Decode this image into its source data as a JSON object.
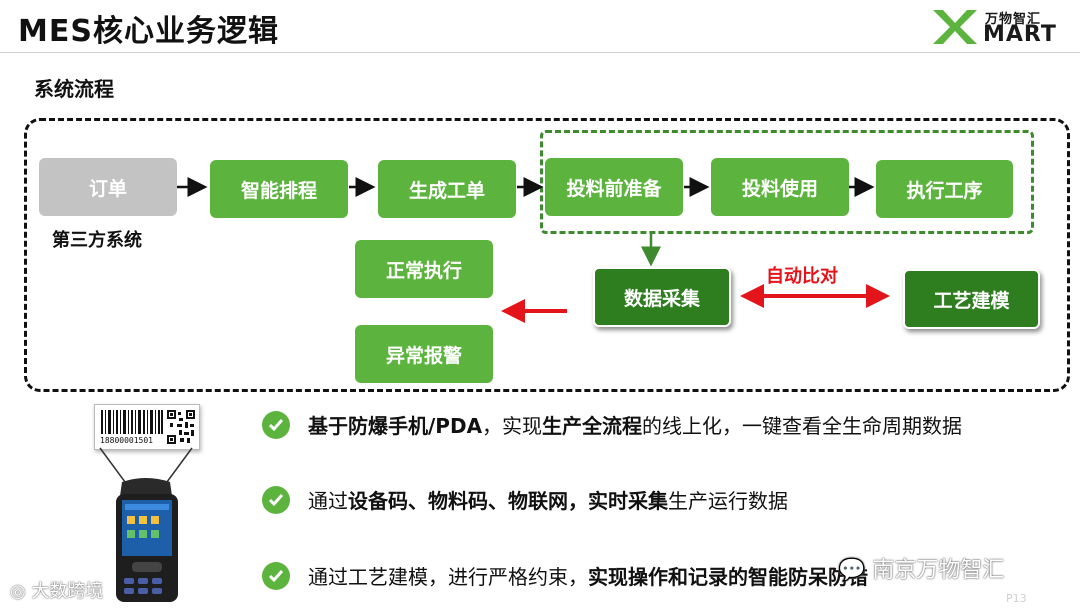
{
  "header": {
    "title": "MES核心业务逻辑"
  },
  "logo": {
    "cn": "万物智汇",
    "en": "MART"
  },
  "section_title": "系统流程",
  "flow": {
    "order": "订单",
    "order_sub": "第三方系统",
    "schedule": "智能排程",
    "work_order": "生成工单",
    "prep": "投料前准备",
    "use": "投料使用",
    "process": "执行工序",
    "normal": "正常执行",
    "alarm": "异常报警",
    "collect": "数据采集",
    "modeling": "工艺建模",
    "compare": "自动比对"
  },
  "device": {
    "barcode_number": "18800001501"
  },
  "bullets": [
    {
      "p1": "基于防爆手机/PDA",
      "p2": "，实现",
      "p3": "生产全流程",
      "p4": "的线上化，一键查看全生命周期数据"
    },
    {
      "p1": "通过",
      "p2": "设备码、物料码、物联网，实时采集",
      "p3": "生产运行数据"
    },
    {
      "p1": "通过工艺建模，进行严格约束，",
      "p2": "实现操作和记录的智能防呆防错"
    }
  ],
  "watermarks": {
    "left": "大数跨境",
    "right": "南京万物智汇"
  },
  "page_number": "P13",
  "colors": {
    "green": "#5cb43e",
    "dark_green": "#2e7d1f",
    "red": "#e3141a",
    "grey": "#c3c3c3"
  },
  "icons": [
    "check-icon",
    "arrow-right-icon",
    "double-arrow-icon",
    "wechat-icon",
    "barcode-icon",
    "qr-code-icon"
  ]
}
